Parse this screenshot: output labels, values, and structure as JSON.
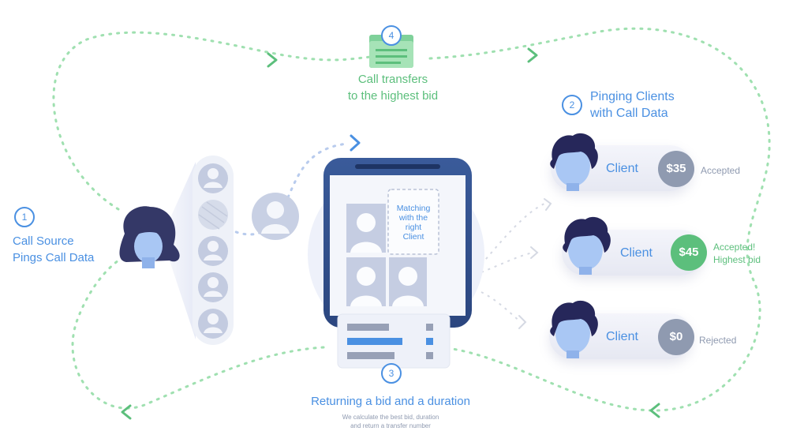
{
  "colors": {
    "blue": "#4a90e2",
    "green": "#5cbf7c",
    "gray_badge": "#8f9ab0",
    "dash_green": "#9fe0b0",
    "hair": "#26275a"
  },
  "step1": {
    "number": "1",
    "line1": "Call Source",
    "line2": "Pings Call Data"
  },
  "step2": {
    "number": "2",
    "line1": "Pinging Clients",
    "line2": "with Call Data"
  },
  "step3": {
    "number": "3",
    "title": "Returning a bid and a duration",
    "sub1": "We calculate the best bid, duration",
    "sub2": "and return a transfer number"
  },
  "step4": {
    "number": "4",
    "line1": "Call transfers",
    "line2": "to the highest bid"
  },
  "matching": {
    "l1": "Matching",
    "l2": "with the",
    "l3": "right",
    "l4": "Client"
  },
  "clients": [
    {
      "label": "Client",
      "bid": "$35",
      "status1": "Accepted",
      "status2": "",
      "badge_color": "#8f9ab0",
      "status_color": "#8f9ab0"
    },
    {
      "label": "Client",
      "bid": "$45",
      "status1": "Accepted!",
      "status2": "Highest bid",
      "badge_color": "#5cbf7c",
      "status_color": "#5cbf7c"
    },
    {
      "label": "Client",
      "bid": "$0",
      "status1": "Rejected",
      "status2": "",
      "badge_color": "#8f9ab0",
      "status_color": "#8f9ab0"
    }
  ],
  "icons": {
    "caller": "woman-avatar-icon",
    "client": "curly-hair-avatar-icon",
    "queue": "user-silhouette-icon",
    "document": "document-icon",
    "arrow": "chevron-right-icon"
  }
}
